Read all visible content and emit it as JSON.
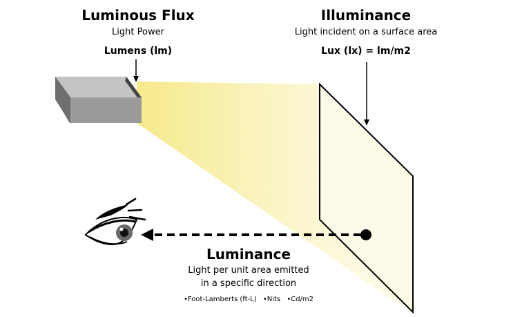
{
  "luminous_flux": {
    "title": "Luminous Flux",
    "subtitle": "Light Power",
    "unit": "Lumens (lm)"
  },
  "illuminance": {
    "title": "Illuminance",
    "subtitle": "Light incident on a surface area",
    "unit": "Lux (lx) = lm/m2"
  },
  "luminance": {
    "title": "Luminance",
    "line1": "Light per unit area emitted",
    "line2": "in a specific direction",
    "units": [
      "•Foot-Lamberts (ft-L)",
      "•Nits",
      "•Cd/m2"
    ]
  },
  "colors": {
    "beam": "#f6ea8a",
    "surface_fill": "#fdfbe8",
    "source_front": "#9a9a9a",
    "source_top": "#c4c4c4",
    "source_side": "#6f6f6f"
  },
  "icons": [
    "light-source-box",
    "eye-icon",
    "arrow-down-icon",
    "dashed-arrow-left-icon"
  ]
}
